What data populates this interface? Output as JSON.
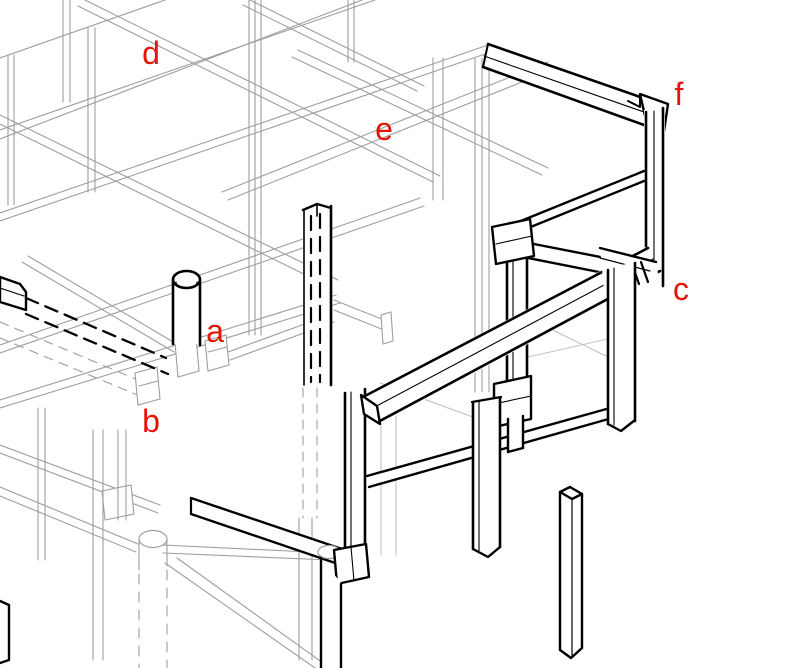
{
  "figure": {
    "kind": "axonometric wireframe construction drawing",
    "description": "Perspective line drawing of a timber post-and-beam building frame; existing frame drawn in light grey, highlighted new members drawn in bold black, hidden edges dashed, six parts tagged with red letters.",
    "background": "#ffffff"
  },
  "colors": {
    "context_line": "#9e9e9e",
    "context_light": "#c2c2c2",
    "highlight_line": "#000000",
    "member_fill": "#ffffff",
    "label": "#e41408"
  },
  "labels": [
    {
      "char": "a"
    },
    {
      "char": "b"
    },
    {
      "char": "c"
    },
    {
      "char": "d"
    },
    {
      "char": "e"
    },
    {
      "char": "f"
    }
  ]
}
